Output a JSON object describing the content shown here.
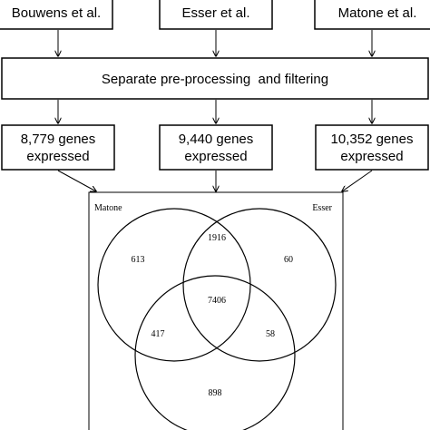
{
  "sources": {
    "left": "Bouwens et al.",
    "middle": "Esser et al.",
    "right": "Matone et al."
  },
  "processing": {
    "label": "Separate pre-processing  and filtering"
  },
  "counts": {
    "left": {
      "line1": "8,779 genes",
      "line2": "expressed"
    },
    "middle": {
      "line1": "9,440 genes",
      "line2": "expressed"
    },
    "right": {
      "line1": "10,352 genes",
      "line2": "expressed"
    }
  },
  "venn": {
    "set_labels": {
      "left": "Matone",
      "right": "Esser"
    },
    "regions": {
      "matone_only": "613",
      "esser_only": "60",
      "matone_esser": "1916",
      "all_three": "7406",
      "matone_bouwens": "417",
      "esser_bouwens": "58",
      "bouwens_only": "898"
    }
  }
}
